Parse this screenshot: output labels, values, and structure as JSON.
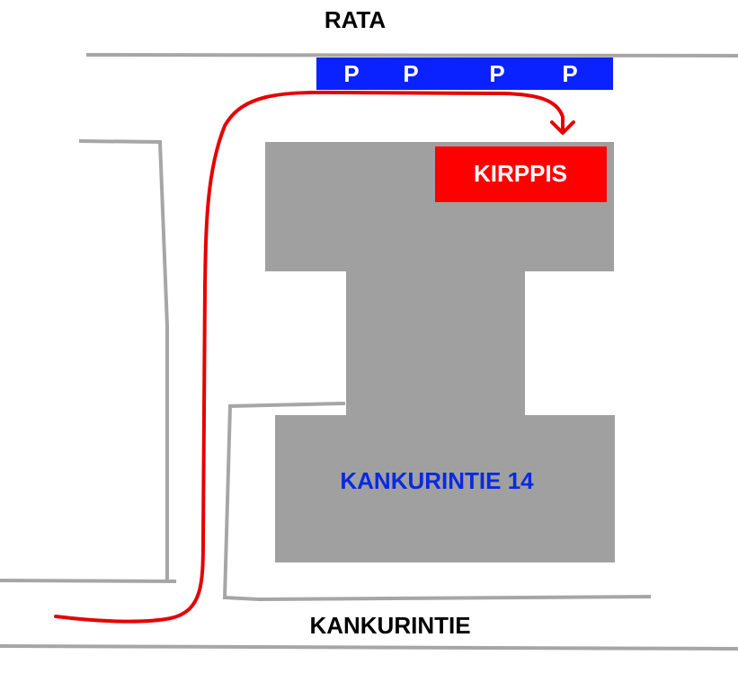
{
  "labels": {
    "rail": "RATA",
    "street": "KANKURINTIE",
    "building_address": "KANKURINTIE 14",
    "destination": "KIRPPIS"
  },
  "parking": {
    "spots": [
      "P",
      "P",
      "P",
      "P"
    ]
  },
  "colors": {
    "road_lines": "#a6a6a6",
    "building": "#a0a0a0",
    "parking_area": "#0a22ff",
    "destination_box": "#ff0000",
    "route": "#e60000",
    "address_text": "#0a2adf",
    "label_text": "#000000",
    "on_color_text": "#ffffff"
  }
}
